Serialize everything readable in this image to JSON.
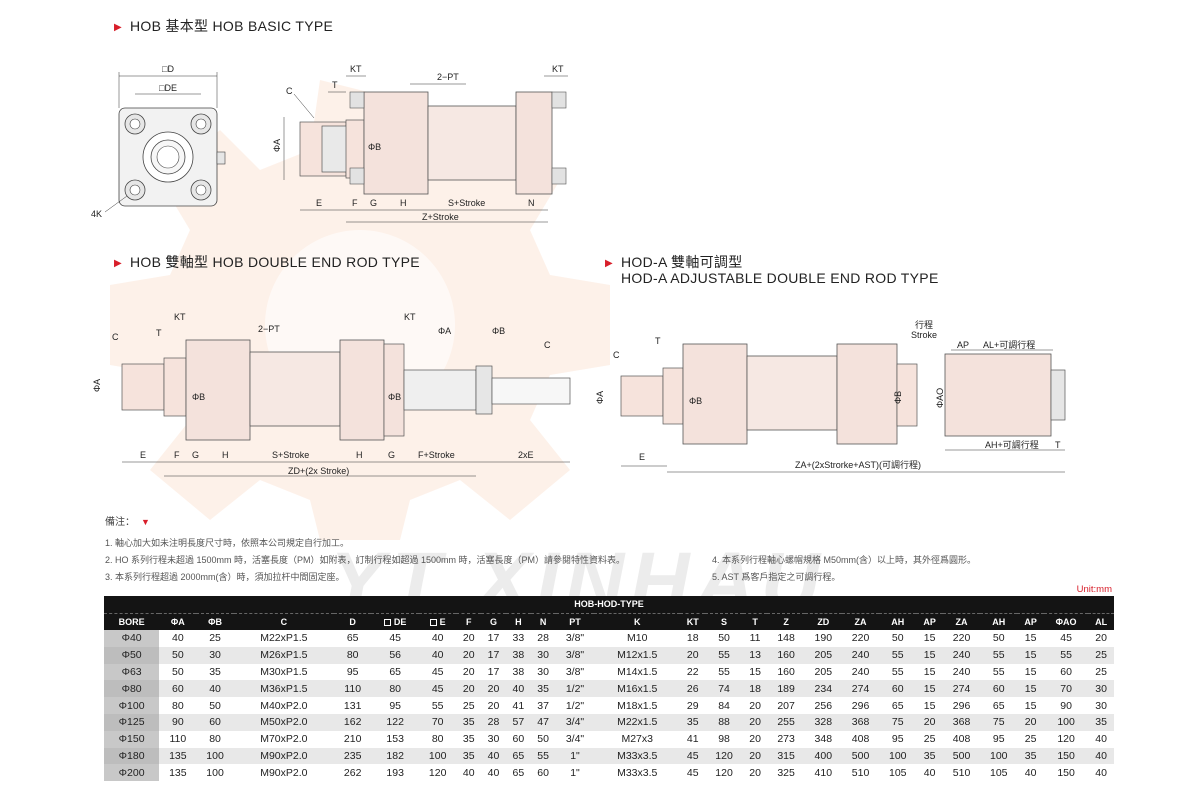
{
  "sections": {
    "basic": "HOB 基本型 HOB BASIC TYPE",
    "double": "HOB 雙軸型 HOB DOUBLE END ROD TYPE",
    "adjust_line1": "HOD-A 雙軸可調型",
    "adjust_line2": "HOD-A ADJUSTABLE DOUBLE END ROD TYPE"
  },
  "drawing_labels": {
    "sqD": "□D",
    "sqDE": "□DE",
    "fourK": "4K",
    "C": "C",
    "T": "T",
    "KT": "KT",
    "twoPT": "2−PT",
    "phiA": "ΦA",
    "phiB": "ΦB",
    "E": "E",
    "F": "F",
    "G": "G",
    "H": "H",
    "N": "N",
    "sStroke": "S+Stroke",
    "zStroke": "Z+Stroke",
    "fStroke": "F+Stroke",
    "twoXE": "2xE",
    "zdStroke": "ZD+(2x Stroke)",
    "xingcheng": "行程",
    "stroke": "Stroke",
    "AP": "AP",
    "alAdj": "AL+可調行程",
    "ahAdj": "AH+可調行程",
    "phiAO": "ΦAO",
    "zaStroke": "ZA+(2xStrorke+AST)(可調行程)"
  },
  "notes": {
    "heading": "備注：",
    "left": [
      "1. 軸心加大如未注明長度尺寸時，依照本公司規定自行加工。",
      "2. HO 系列行程未超過 1500mm 時，活塞長度（PM）如附表，訂制行程如超過 1500mm 時，活塞長度（PM）請參閱特性資料表。",
      "3. 本系列行程超過 2000mm(含）時，須加拉杆中間固定座。"
    ],
    "right": [
      "4. 本系列行程軸心螺帽規格 M50mm(含）以上時，其外徑爲圓形。",
      "5. AST 爲客戶指定之可調行程。"
    ]
  },
  "unit": "Unit:mm",
  "table": {
    "title": "HOB-HOD-TYPE",
    "columns": [
      "BORE",
      "ΦA",
      "ΦB",
      "C",
      "D",
      "DE",
      "E",
      "F",
      "G",
      "H",
      "N",
      "PT",
      "K",
      "KT",
      "S",
      "T",
      "Z",
      "ZD",
      "ZA",
      "AH",
      "AP",
      "ZA",
      "AH",
      "AP",
      "ΦAO",
      "AL"
    ],
    "rows": [
      [
        "Φ40",
        "40",
        "25",
        "M22xP1.5",
        "65",
        "45",
        "40",
        "20",
        "17",
        "33",
        "28",
        "3/8\"",
        "M10",
        "18",
        "50",
        "11",
        "148",
        "190",
        "220",
        "50",
        "15",
        "220",
        "50",
        "15",
        "45",
        "20"
      ],
      [
        "Φ50",
        "50",
        "30",
        "M26xP1.5",
        "80",
        "56",
        "40",
        "20",
        "17",
        "38",
        "30",
        "3/8\"",
        "M12x1.5",
        "20",
        "55",
        "13",
        "160",
        "205",
        "240",
        "55",
        "15",
        "240",
        "55",
        "15",
        "55",
        "25"
      ],
      [
        "Φ63",
        "50",
        "35",
        "M30xP1.5",
        "95",
        "65",
        "45",
        "20",
        "17",
        "38",
        "30",
        "3/8\"",
        "M14x1.5",
        "22",
        "55",
        "15",
        "160",
        "205",
        "240",
        "55",
        "15",
        "240",
        "55",
        "15",
        "60",
        "25"
      ],
      [
        "Φ80",
        "60",
        "40",
        "M36xP1.5",
        "110",
        "80",
        "45",
        "20",
        "20",
        "40",
        "35",
        "1/2\"",
        "M16x1.5",
        "26",
        "74",
        "18",
        "189",
        "234",
        "274",
        "60",
        "15",
        "274",
        "60",
        "15",
        "70",
        "30"
      ],
      [
        "Φ100",
        "80",
        "50",
        "M40xP2.0",
        "131",
        "95",
        "55",
        "25",
        "20",
        "41",
        "37",
        "1/2\"",
        "M18x1.5",
        "29",
        "84",
        "20",
        "207",
        "256",
        "296",
        "65",
        "15",
        "296",
        "65",
        "15",
        "90",
        "30"
      ],
      [
        "Φ125",
        "90",
        "60",
        "M50xP2.0",
        "162",
        "122",
        "70",
        "35",
        "28",
        "57",
        "47",
        "3/4\"",
        "M22x1.5",
        "35",
        "88",
        "20",
        "255",
        "328",
        "368",
        "75",
        "20",
        "368",
        "75",
        "20",
        "100",
        "35"
      ],
      [
        "Φ150",
        "110",
        "80",
        "M70xP2.0",
        "210",
        "153",
        "80",
        "35",
        "30",
        "60",
        "50",
        "3/4\"",
        "M27x3",
        "41",
        "98",
        "20",
        "273",
        "348",
        "408",
        "95",
        "25",
        "408",
        "95",
        "25",
        "120",
        "40"
      ],
      [
        "Φ180",
        "135",
        "100",
        "M90xP2.0",
        "235",
        "182",
        "100",
        "35",
        "40",
        "65",
        "55",
        "1\"",
        "M33x3.5",
        "45",
        "120",
        "20",
        "315",
        "400",
        "500",
        "100",
        "35",
        "500",
        "100",
        "35",
        "150",
        "40"
      ],
      [
        "Φ200",
        "135",
        "100",
        "M90xP2.0",
        "262",
        "193",
        "120",
        "40",
        "40",
        "65",
        "60",
        "1\"",
        "M33x3.5",
        "45",
        "120",
        "20",
        "325",
        "410",
        "510",
        "105",
        "40",
        "510",
        "105",
        "40",
        "150",
        "40"
      ]
    ]
  },
  "colors": {
    "accent": "#d81e2a",
    "header_bg": "#141414",
    "sketch_fill": "#f4e2dc",
    "line": "#333333"
  }
}
